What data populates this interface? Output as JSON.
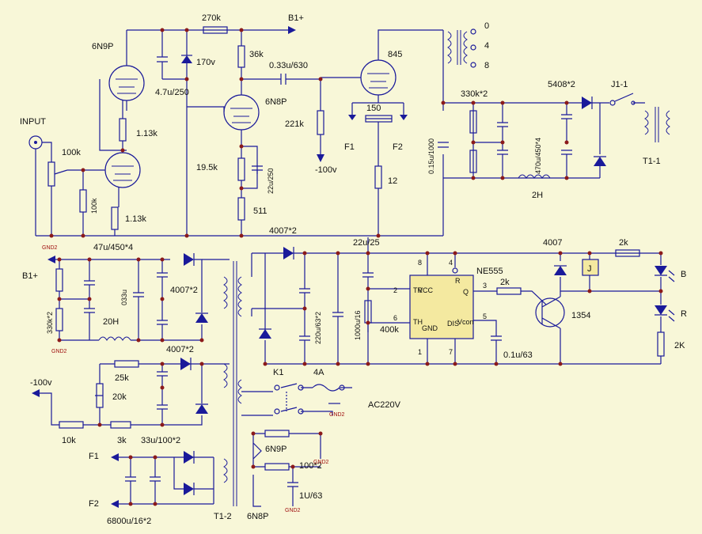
{
  "diagram": {
    "title": "845 single-ended tube amplifier schematic",
    "background": "#f8f7d8",
    "wire_color": "#1a1a9a",
    "junction_color": "#8b1a1a",
    "tubes": {
      "v1": "6N9P",
      "v2": "6N8P",
      "v3": "845"
    },
    "labels": {
      "input": "INPUT",
      "b1_top": "B1+",
      "r_270k": "270k",
      "r_36k": "36k",
      "c_033u630": "0.33u/630",
      "c_47u250": "4.7u/250",
      "d_170v": "170v",
      "r_113k_a": "1.13k",
      "r_113k_b": "1.13k",
      "r_100k_pot": "100k",
      "r_100k": "100k",
      "r_195k": "19.5k",
      "c_22u250": "22u/250",
      "r_511": "511",
      "r_221k": "221k",
      "neg100v_a": "-100v",
      "r_150": "150",
      "f1_a": "F1",
      "f2_a": "F2",
      "r_12": "12",
      "c_015u1000": "0.15u/1000",
      "r_330k2_top": "330k*2",
      "d_5408": "5408*2",
      "j1": "J1-1",
      "c_470u": "470u/450*4",
      "l_2h": "2H",
      "t1_1": "T1-1",
      "out_0": "0",
      "out_4": "4",
      "out_8": "8",
      "gnd2_a": "GND2",
      "c_47u450": "47u/450*4",
      "d_4007x2_a": "4007*2",
      "c_22u25": "22u/25",
      "b1_left": "B1+",
      "r_330k2_left": "330k*2",
      "c_033u": "033u",
      "l_20h": "20H",
      "gnd2_b": "GND2",
      "d_4007x2_b": "4007*2",
      "d_4007x2_c": "4007*2",
      "neg100v_b": "-100v",
      "r_25k": "25k",
      "r_20k": "20k",
      "r_10k": "10k",
      "r_3k": "3k",
      "c_33u100": "33u/100*2",
      "k1": "K1",
      "fuse_4a": "4A",
      "ac220v": "AC220V",
      "gnd2_c": "GND2",
      "c_220u63": "220u/63*2",
      "c_1000u16": "1000u/16",
      "r_400k": "400k",
      "ic_name": "NE555",
      "ic_pin8": "8",
      "ic_pin4": "4",
      "ic_pin2": "2",
      "ic_pin3": "3",
      "ic_pin6": "6",
      "ic_pin5": "5",
      "ic_pin1": "1",
      "ic_pin7": "7",
      "ic_vcc": "VCC",
      "ic_r": "R",
      "ic_tr": "TR",
      "ic_q": "Q",
      "ic_th": "TH",
      "ic_gnd": "GND",
      "ic_dis": "DIS",
      "ic_vcon": "Vcon",
      "r_2k_ic": "2k",
      "c_01u63": "0.1u/63",
      "d_4007": "4007",
      "r_2k_top": "2k",
      "relay": "J",
      "transistor": "1354",
      "led_b": "B",
      "led_r": "R",
      "r_2K": "2K",
      "heater_6n9p": "6N9P",
      "r_100x2": "100*2",
      "gnd2_d": "GND2",
      "c_1u63": "1U/63",
      "heater_6n8p": "6N8P",
      "gnd2_e": "GND2",
      "f1_b": "F1",
      "f2_b": "F2",
      "c_6800u": "6800u/16*2",
      "t1_2": "T1-2"
    }
  }
}
